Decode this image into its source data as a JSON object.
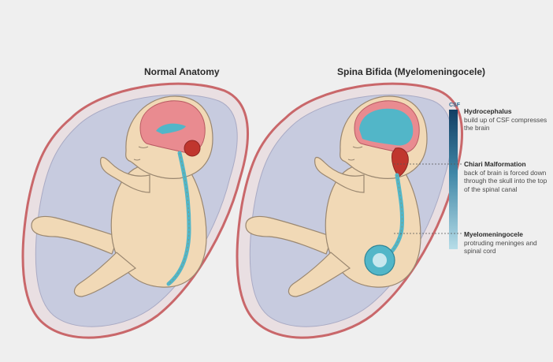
{
  "panels": {
    "normal": {
      "title": "Normal Anatomy"
    },
    "spina_bifida": {
      "title": "Spina Bifida (Myelomeningocele)"
    }
  },
  "scale": {
    "label": "CSF"
  },
  "annotations": [
    {
      "heading": "Hydrocephalus",
      "desc": "build up of CSF compresses the brain"
    },
    {
      "heading": "Chiari Malformation",
      "desc": "back of brain is forced down through the skull into the top of the spinal canal"
    },
    {
      "heading": "Myelomeningocele",
      "desc": "protruding meninges and spinal cord"
    }
  ],
  "colors": {
    "womb_outer": "#c9676a",
    "womb_fill": "#e9dfe2",
    "amniotic": "#c7cbdf",
    "skin": "#f1d9b6",
    "skin_line": "#9a8770",
    "brain": "#e98b90",
    "csf": "#52b6c8",
    "cerebellum": "#c0362e",
    "scale_top": "#123e64",
    "scale_bottom": "#b6dde8"
  }
}
